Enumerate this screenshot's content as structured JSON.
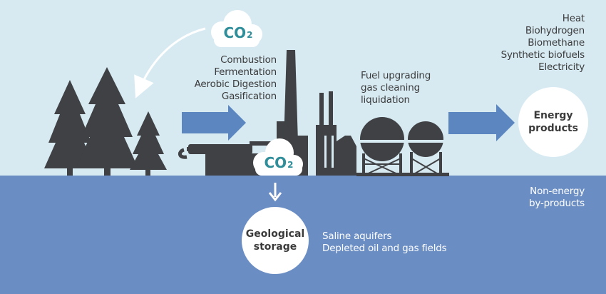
{
  "colors": {
    "sky": "#d7eaf2",
    "ground": "#6a8dc4",
    "silhouette": "#3f4144",
    "arrow": "#5b86c0",
    "co2_text": "#2f8e9a",
    "label_text": "#3b3b3b",
    "white": "#ffffff"
  },
  "co2_top": {
    "main": "CO",
    "sub": "2"
  },
  "co2_plant": {
    "main": "CO",
    "sub": "2"
  },
  "conversion_processes": [
    "Combustion",
    "Fermentation",
    "Aerobic Digestion",
    "Gasification"
  ],
  "upgrading_steps": [
    "Fuel upgrading",
    "gas cleaning",
    "liquidation"
  ],
  "energy_outputs": [
    "Heat",
    "Biohydrogen",
    "Biomethane",
    "Synthetic biofuels",
    "Electricity"
  ],
  "energy_products": [
    "Energy",
    "products"
  ],
  "non_energy": [
    "Non-energy",
    "by-products"
  ],
  "geological_storage": [
    "Geological",
    "storage"
  ],
  "storage_options": [
    "Saline aquifers",
    "Depleted oil and gas fields"
  ],
  "icons": [
    "tree-icon",
    "factory-icon",
    "storage-tank-icon",
    "cloud-icon",
    "arrow-icon"
  ]
}
